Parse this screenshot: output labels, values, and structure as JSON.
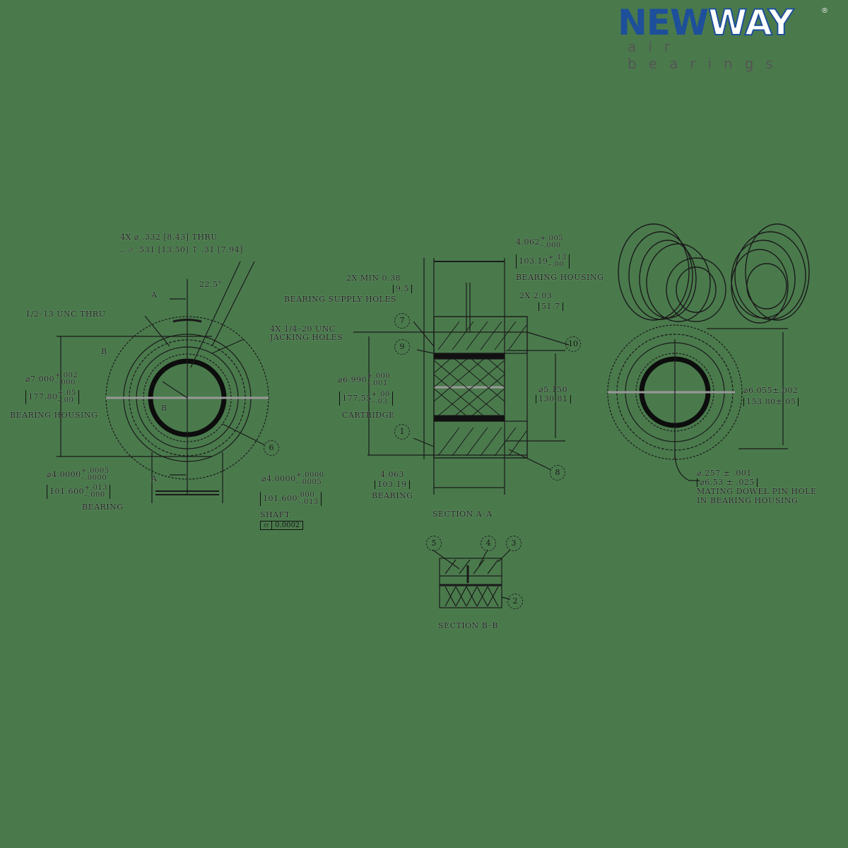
{
  "logo": {
    "brand_part1": "NEW",
    "brand_part2": "WAY",
    "registered": "®",
    "tagline": "air bearings",
    "brand_color": "#1d4f9a"
  },
  "front_view": {
    "hole_callout_line1": "4X ⌀ .332 [8.43] THRU",
    "hole_callout_line2": "⌴ ⌀ .531 [13.50] ↧ .31 [7.94]",
    "angle": "22.5°",
    "section_marker_a_top": "A",
    "section_marker_a_bottom": "A",
    "section_marker_b": "B",
    "detail_marker_b": "B",
    "thread_callout": "1/2–13 UNC THRU",
    "jacking_line1": "4X 1/4–20 UNC",
    "jacking_line2": "JACKING HOLES",
    "housing_dia": "⌀7.000",
    "housing_tol_plus": "+.002",
    "housing_tol_minus": "–.000",
    "housing_metric": "177.80",
    "housing_metric_plus": "+.05",
    "housing_metric_minus": "–.00",
    "housing_label": "BEARING HOUSING",
    "bearing_dia": "⌀4.0000",
    "bearing_tol_plus": "+.0005",
    "bearing_tol_minus": "–.0000",
    "bearing_metric": "101.600",
    "bearing_metric_plus": "+.013",
    "bearing_metric_minus": "–.000",
    "bearing_label": "BEARING",
    "shaft_dia": "⌀4.0000",
    "shaft_tol_plus": "+.0000",
    "shaft_tol_minus": "–.0005",
    "shaft_metric": "101.600",
    "shaft_metric_plus": ".000",
    "shaft_metric_minus": "–.013",
    "shaft_label": "SHAFT",
    "fcf_symbol": "⌭",
    "fcf_value": "0.0002",
    "balloon": "6"
  },
  "section_aa": {
    "title": "SECTION A–A",
    "width_top": "4.062",
    "width_top_plus": "+.005",
    "width_top_minus": "–.000",
    "width_top_metric": "103.19",
    "width_top_metric_plus": "+.13",
    "width_top_metric_minus": "–.00",
    "width_top_label": "BEARING HOUSING",
    "supply_line1": "2X MIN  0.38",
    "supply_metric": "9.5",
    "supply_label": "BEARING SUPPLY HOLES",
    "offset": "2X  2.03",
    "offset_metric": "51.7",
    "cart_dia": "⌀6.990",
    "cart_plus": "+.000",
    "cart_minus": "–.001",
    "cart_metric": "177.55",
    "cart_metric_plus": "+.00",
    "cart_metric_minus": "–.03",
    "cart_label": "CARTRIDGE",
    "inner_dia": "⌀5.150",
    "inner_metric": "130.81",
    "width_bottom": "4.063",
    "width_bottom_metric": "103.19",
    "width_bottom_label": "BEARING",
    "balloons": [
      "7",
      "9",
      "1",
      "10",
      "8"
    ]
  },
  "section_bb": {
    "title": "SECTION B–B",
    "balloons": [
      "5",
      "4",
      "3",
      "2"
    ]
  },
  "right_view": {
    "outer_dia": "⌀6.055±.002",
    "outer_metric": "153.80±.05",
    "pin_dia": "⌀.257 ± .001",
    "pin_metric": "⌀6.53 ± .025",
    "pin_label_line1": "MATING DOWEL PIN HOLE",
    "pin_label_line2": "IN BEARING HOUSING"
  }
}
